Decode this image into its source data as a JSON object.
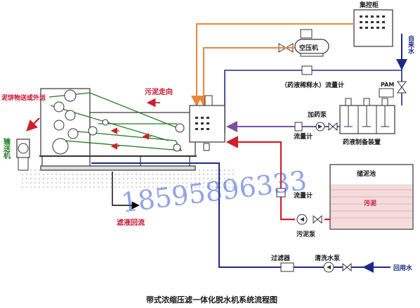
{
  "labels": {
    "control_cabinet": "集控柜",
    "tap_water": "自来水",
    "air_compressor": "空压机",
    "chemical_dilution": "（药液稀释水）流量计",
    "pam": "PAM",
    "cake_transport": "泥饼物送或外运",
    "sludge_direction": "污泥走向",
    "dosing_pump": "加药泵",
    "flowmeter_dosing": "流量计",
    "chemical_prep": "药液制备装置",
    "conveyor": "输送机",
    "sludge_tank": "储泥池",
    "sludge": "污泥",
    "flowmeter_sludge": "流量计",
    "sludge_pump": "污泥泵",
    "filtrate_return": "滤液回流",
    "filter": "过滤器",
    "wash_pump": "清洗水泵",
    "reuse_water": "回用水",
    "watermark": "18595896333",
    "caption": "带式浓缩压滤一体化脱水机系统流程图"
  },
  "colors": {
    "air_line": "#e8873a",
    "water_line": "#1b2a8a",
    "sludge_line": "#d0202a",
    "chem_line": "#7b4fa0",
    "cake_arrow": "#c8102e",
    "watermark": "#3b55d9"
  }
}
